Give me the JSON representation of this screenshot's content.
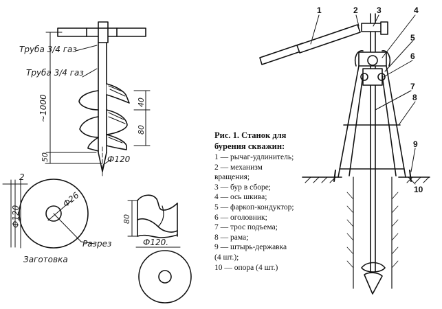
{
  "left_drawing": {
    "pipe_label_1": "Труба 3/4 газ",
    "pipe_label_2": "Труба 3/4 газ",
    "dim_total": "~1000",
    "dim_40": "40",
    "dim_80": "80",
    "dim_50": "50",
    "dim_phi120": "Ф120",
    "blank_dim_2": "2",
    "blank_dim_phi120": "Ф120",
    "blank_dim_phi26": "Ф26",
    "label_razrez": "Разрез",
    "label_zagotovka": "Заготовка",
    "section_dim_80": "80",
    "section_dim_phi120": "Ф120."
  },
  "caption": {
    "title_line1": "Рис. 1. Станок для",
    "title_line2": "бурения скважин:",
    "items": [
      "1 — рычаг-удлинитель;",
      "2 — механизм",
      "вращения;",
      "3 — бур в сборе;",
      "4 — ось шкива;",
      "5 — фаркоп-кондуктор;",
      "6 — оголовник;",
      "7 — трос подъема;",
      "8 — рама;",
      "9 — штырь-державка",
      "(4 шт.);",
      "10 — опора (4 шт.)"
    ]
  },
  "right_drawing": {
    "callouts": [
      "1",
      "2",
      "3",
      "4",
      "5",
      "6",
      "7",
      "8",
      "9",
      "10"
    ]
  }
}
